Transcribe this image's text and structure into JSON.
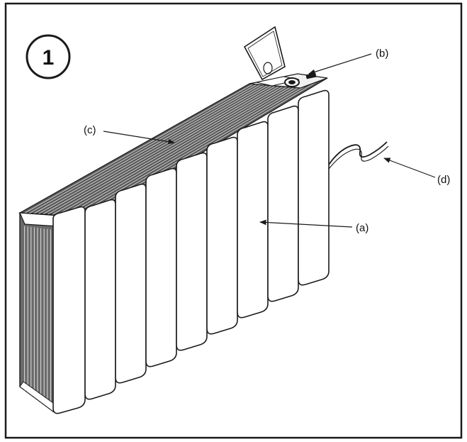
{
  "step_number": "1",
  "labels": {
    "a": "(a)",
    "b": "(b)",
    "c": "(c)",
    "d": "(d)"
  },
  "colors": {
    "line": "#1a1a1a",
    "background": "#ffffff"
  }
}
